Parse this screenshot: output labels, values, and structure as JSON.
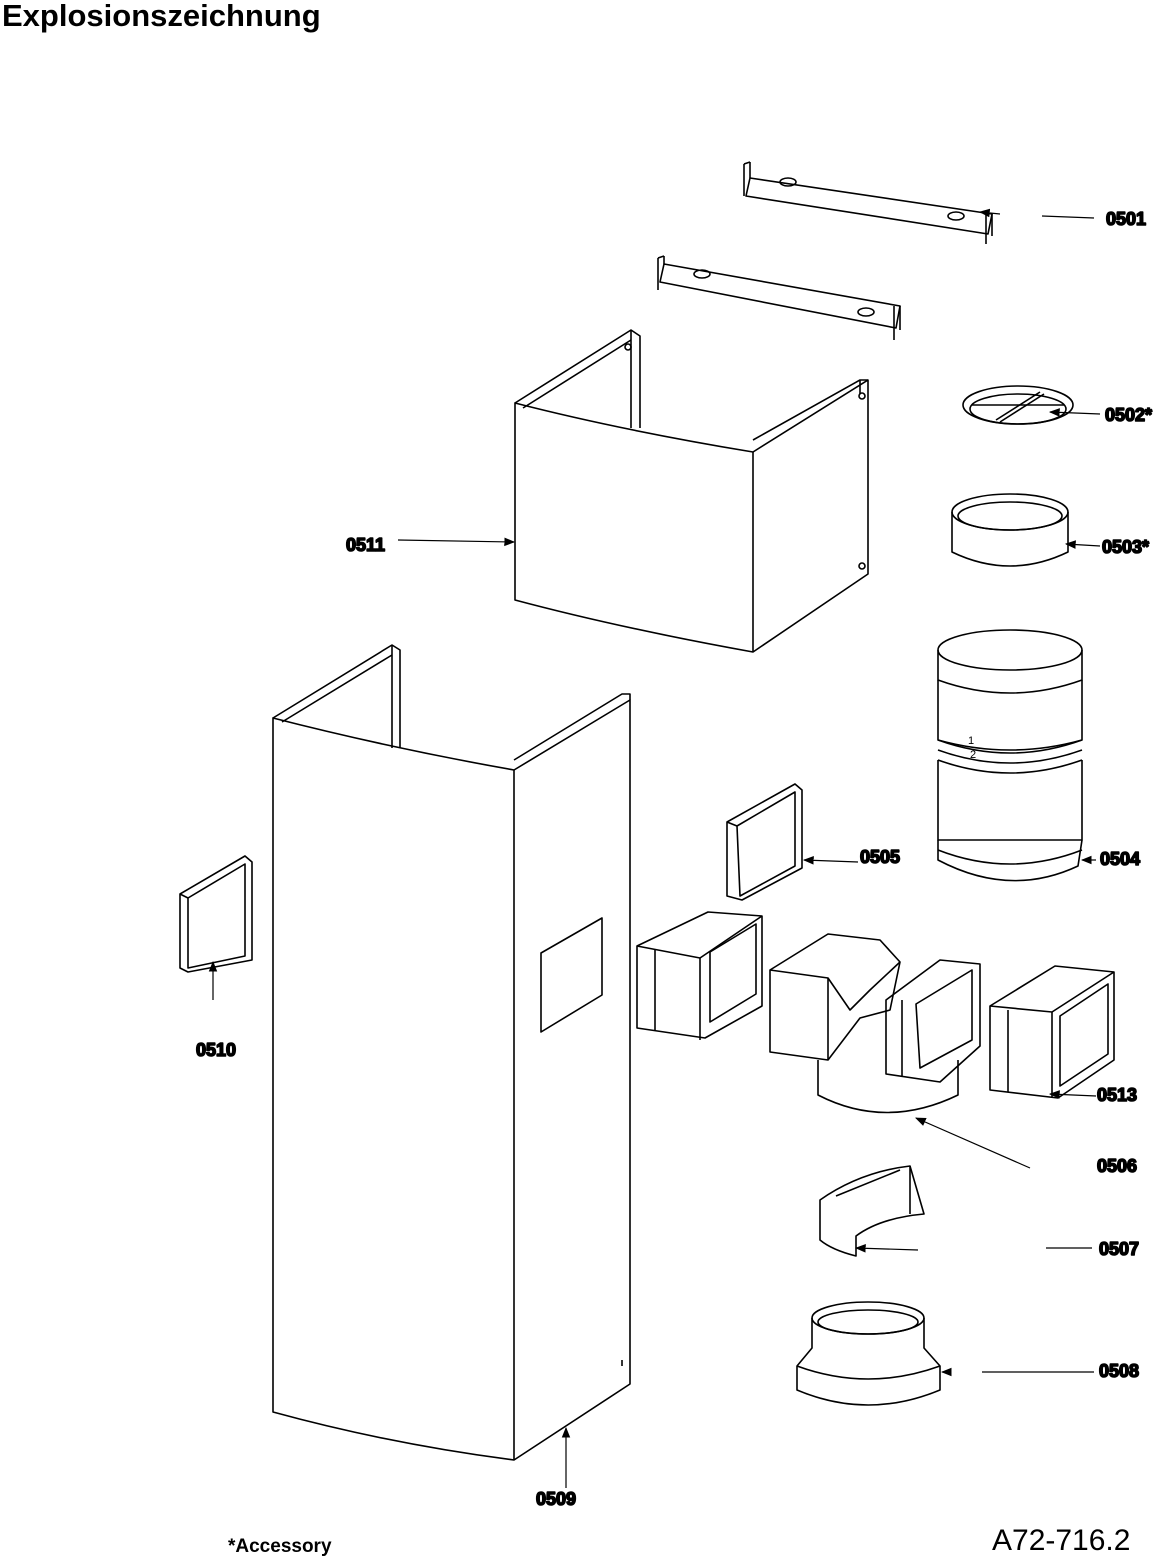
{
  "title": "Explosionszeichnung",
  "parts": {
    "p0501": "0501",
    "p0502": "0502*",
    "p0503": "0503*",
    "p0504": "0504",
    "p0505": "0505",
    "p0506": "0506",
    "p0507": "0507",
    "p0508": "0508",
    "p0509": "0509",
    "p0510": "0510",
    "p0511": "0511",
    "p0513": "0513"
  },
  "footer": {
    "accessory_note": "*Accessory",
    "drawing_number": "A72-716.2"
  }
}
